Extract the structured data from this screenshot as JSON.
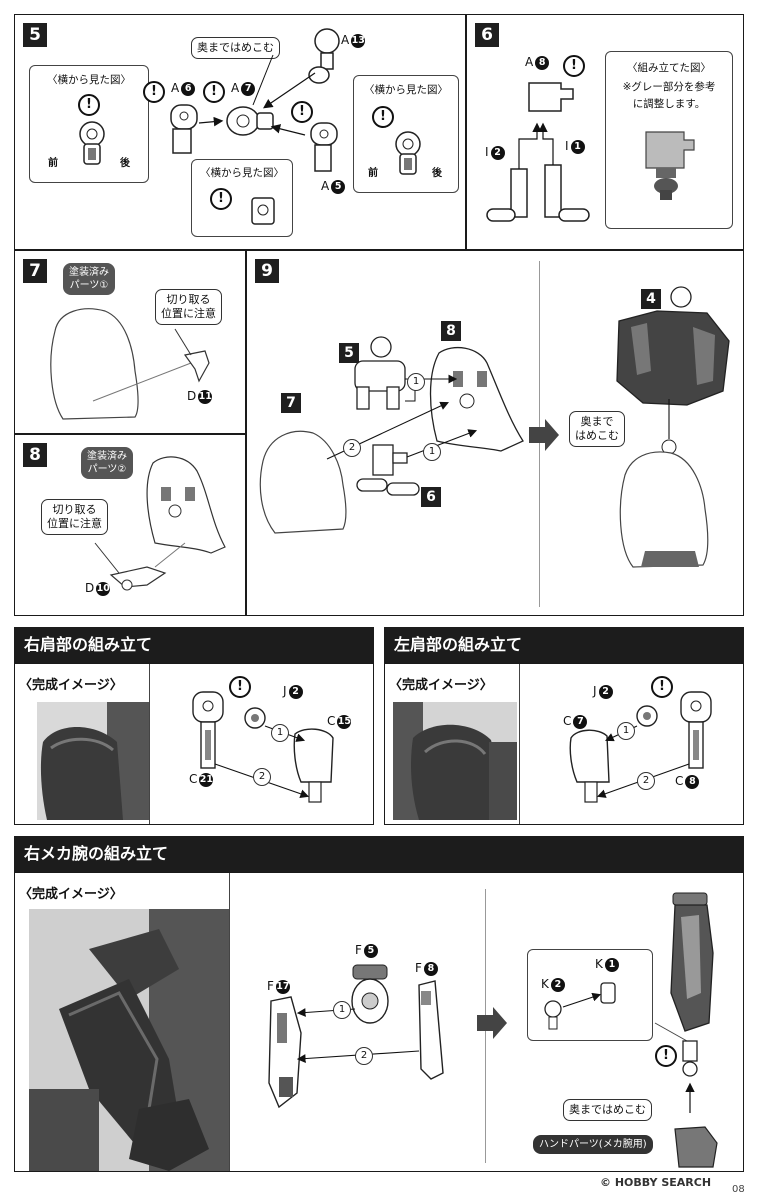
{
  "steps": {
    "s5": {
      "num": "5",
      "push_in": "奥まではめこむ",
      "side_view": "〈横から見た図〉",
      "front": "前",
      "back": "後",
      "parts": {
        "a13": "A",
        "a13n": "13",
        "a6": "A",
        "a6n": "6",
        "a7": "A",
        "a7n": "7",
        "a5": "A",
        "a5n": "5"
      }
    },
    "s6": {
      "num": "6",
      "assembled_view": "〈組み立てた図〉",
      "note_line1": "※グレー部分を参考",
      "note_line2": "に調整します。",
      "parts": {
        "a8": "A",
        "a8n": "8",
        "i2": "I",
        "i2n": "2",
        "i1": "I",
        "i1n": "1"
      }
    },
    "s7": {
      "num": "7",
      "painted_line1": "塗装済み",
      "painted_line2": "パーツ①",
      "cut_line1": "切り取る",
      "cut_line2": "位置に注意",
      "part": "D",
      "partn": "11"
    },
    "s8": {
      "num": "8",
      "painted_line1": "塗装済み",
      "painted_line2": "パーツ②",
      "cut_line1": "切り取る",
      "cut_line2": "位置に注意",
      "part": "D",
      "partn": "10"
    },
    "s9": {
      "num": "9",
      "ref5": "5",
      "ref8": "8",
      "ref7": "7",
      "ref6": "6",
      "ref4": "4",
      "push_line1": "奥まで",
      "push_line2": "はめこむ",
      "order1": "1",
      "order2": "2"
    }
  },
  "right_shoulder": {
    "title": "右肩部の組み立て",
    "image_label": "〈完成イメージ〉",
    "parts": {
      "j2": "J",
      "j2n": "2",
      "c15": "C",
      "c15n": "15",
      "c21": "C",
      "c21n": "21"
    },
    "order1": "1",
    "order2": "2"
  },
  "left_shoulder": {
    "title": "左肩部の組み立て",
    "image_label": "〈完成イメージ〉",
    "parts": {
      "j2": "J",
      "j2n": "2",
      "c7": "C",
      "c7n": "7",
      "c8": "C",
      "c8n": "8"
    },
    "order1": "1",
    "order2": "2"
  },
  "right_mecha_arm": {
    "title": "右メカ腕の組み立て",
    "image_label": "〈完成イメージ〉",
    "parts": {
      "f5": "F",
      "f5n": "5",
      "f8": "F",
      "f8n": "8",
      "f17": "F",
      "f17n": "17",
      "k2": "K",
      "k2n": "2",
      "k1": "K",
      "k1n": "1"
    },
    "order1": "1",
    "order2": "2",
    "push_in": "奥まではめこむ",
    "hand_parts": "ハンドパーツ(メカ腕用)"
  },
  "footer": {
    "watermark": "© HOBBY SEARCH",
    "page": "08"
  },
  "colors": {
    "header_bg": "#1c1c1c",
    "pill_bg": "#555555",
    "photo_dark": "#3a3a3a",
    "part_gray": "#b8b8b8"
  }
}
